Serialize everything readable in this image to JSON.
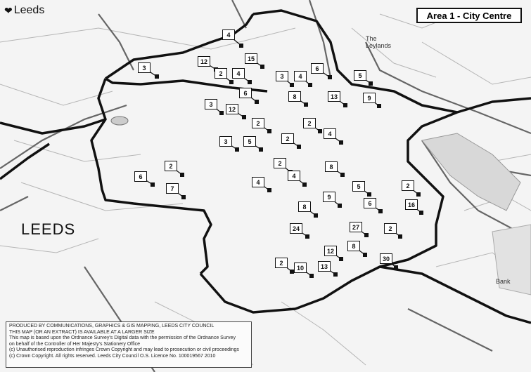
{
  "logo": {
    "text": "Leeds"
  },
  "area_title": "Area 1 - City Centre",
  "city_label": "LEEDS",
  "place_labels": [
    {
      "id": "leylands",
      "text": "The Leylands"
    },
    {
      "id": "bank",
      "text": "Bank"
    }
  ],
  "credits": {
    "lines": [
      "PRODUCED BY COMMUNICATIONS, GRAPHICS & GIS MAPPING, LEEDS CITY COUNCIL",
      "THIS MAP (OR AN EXTRACT) IS AVAILABLE AT A LARGER SIZE",
      "This map is based upon the Ordnance Survey's Digital data with the permission of the Ordnance Survey",
      "on behalf of the Controller of Her Majesty's Stationery Office",
      "(c) Unauthorised reproduction infringes Crown Copyright and may lead to prosecution or civil proceedings",
      "(c) Crown Copyright. All rights reserved. Leeds City Council O.S. Licence No. 100019567 2010"
    ]
  },
  "count_labels": [
    "4",
    "3",
    "12",
    "15",
    "2",
    "4",
    "3",
    "4",
    "6",
    "5",
    "6",
    "3",
    "12",
    "8",
    "13",
    "9",
    "2",
    "2",
    "4",
    "2",
    "3",
    "5",
    "2",
    "4",
    "4",
    "8",
    "6",
    "7",
    "2",
    "5",
    "9",
    "2",
    "6",
    "8",
    "16",
    "24",
    "27",
    "2",
    "12",
    "8",
    "2",
    "10",
    "13",
    "30"
  ],
  "colors": {
    "boundary": "#111111",
    "road": "#555555",
    "background": "#f4f4f4"
  }
}
